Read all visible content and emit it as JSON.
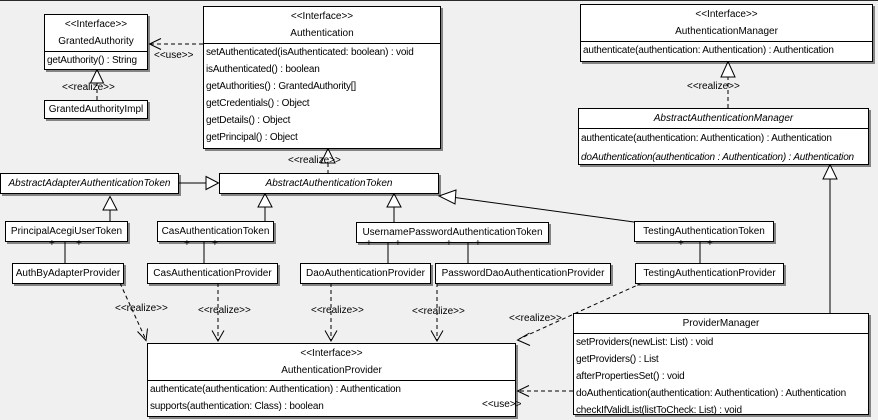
{
  "edge_labels": {
    "use": "<<use>>",
    "realize": "<<realize>>",
    "plus": "+"
  },
  "classes": {
    "granted_authority": {
      "stereotype": "<<Interface>>",
      "name": "GrantedAuthority",
      "methods": [
        "getAuthority() : String"
      ]
    },
    "granted_authority_impl": {
      "name": "GrantedAuthorityImpl"
    },
    "authentication": {
      "stereotype": "<<Interface>>",
      "name": "Authentication",
      "methods": [
        "setAuthenticated(isAuthenticated: boolean) : void",
        "isAuthenticated() : boolean",
        "getAuthorities() : GrantedAuthority[]",
        "getCredentials() : Object",
        "getDetails() : Object",
        "getPrincipal() : Object"
      ]
    },
    "authentication_manager": {
      "stereotype": "<<Interface>>",
      "name": "AuthenticationManager",
      "methods": [
        "authenticate(authentication: Authentication) : Authentication"
      ]
    },
    "abstract_authentication_manager": {
      "name": "AbstractAuthenticationManager",
      "methods": [
        "authenticate(authentication: Authentication) : Authentication",
        "doAuthentication(authentication : Authentication) : Authentication"
      ]
    },
    "abstract_adapter_authentication_token": {
      "name": "AbstractAdapterAuthenticationToken"
    },
    "abstract_authentication_token": {
      "name": "AbstractAuthenticationToken"
    },
    "principal_acegi_user_token": {
      "name": "PrincipalAcegiUserToken"
    },
    "cas_authentication_token": {
      "name": "CasAuthenticationToken"
    },
    "username_password_authentication_token": {
      "name": "UsernamePasswordAuthenticationToken"
    },
    "testing_authentication_token": {
      "name": "TestingAuthenticationToken"
    },
    "auth_by_adapter_provider": {
      "name": "AuthByAdapterProvider"
    },
    "cas_authentication_provider": {
      "name": "CasAuthenticationProvider"
    },
    "dao_authentication_provider": {
      "name": "DaoAuthenticationProvider"
    },
    "password_dao_authentication_provider": {
      "name": "PasswordDaoAuthenticationProvider"
    },
    "testing_authentication_provider": {
      "name": "TestingAuthenticationProvider"
    },
    "authentication_provider": {
      "stereotype": "<<Interface>>",
      "name": "AuthenticationProvider",
      "methods": [
        "authenticate(authentication: Authentication) : Authentication",
        "supports(authentication: Class) : boolean"
      ]
    },
    "provider_manager": {
      "name": "ProviderManager",
      "methods": [
        "setProviders(newList: List) : void",
        "getProviders() : List",
        "afterPropertiesSet() : void",
        "doAuthentication(authentication: Authentication) : Authentication",
        "checkIfValidList(listToCheck: List) : void"
      ]
    }
  }
}
